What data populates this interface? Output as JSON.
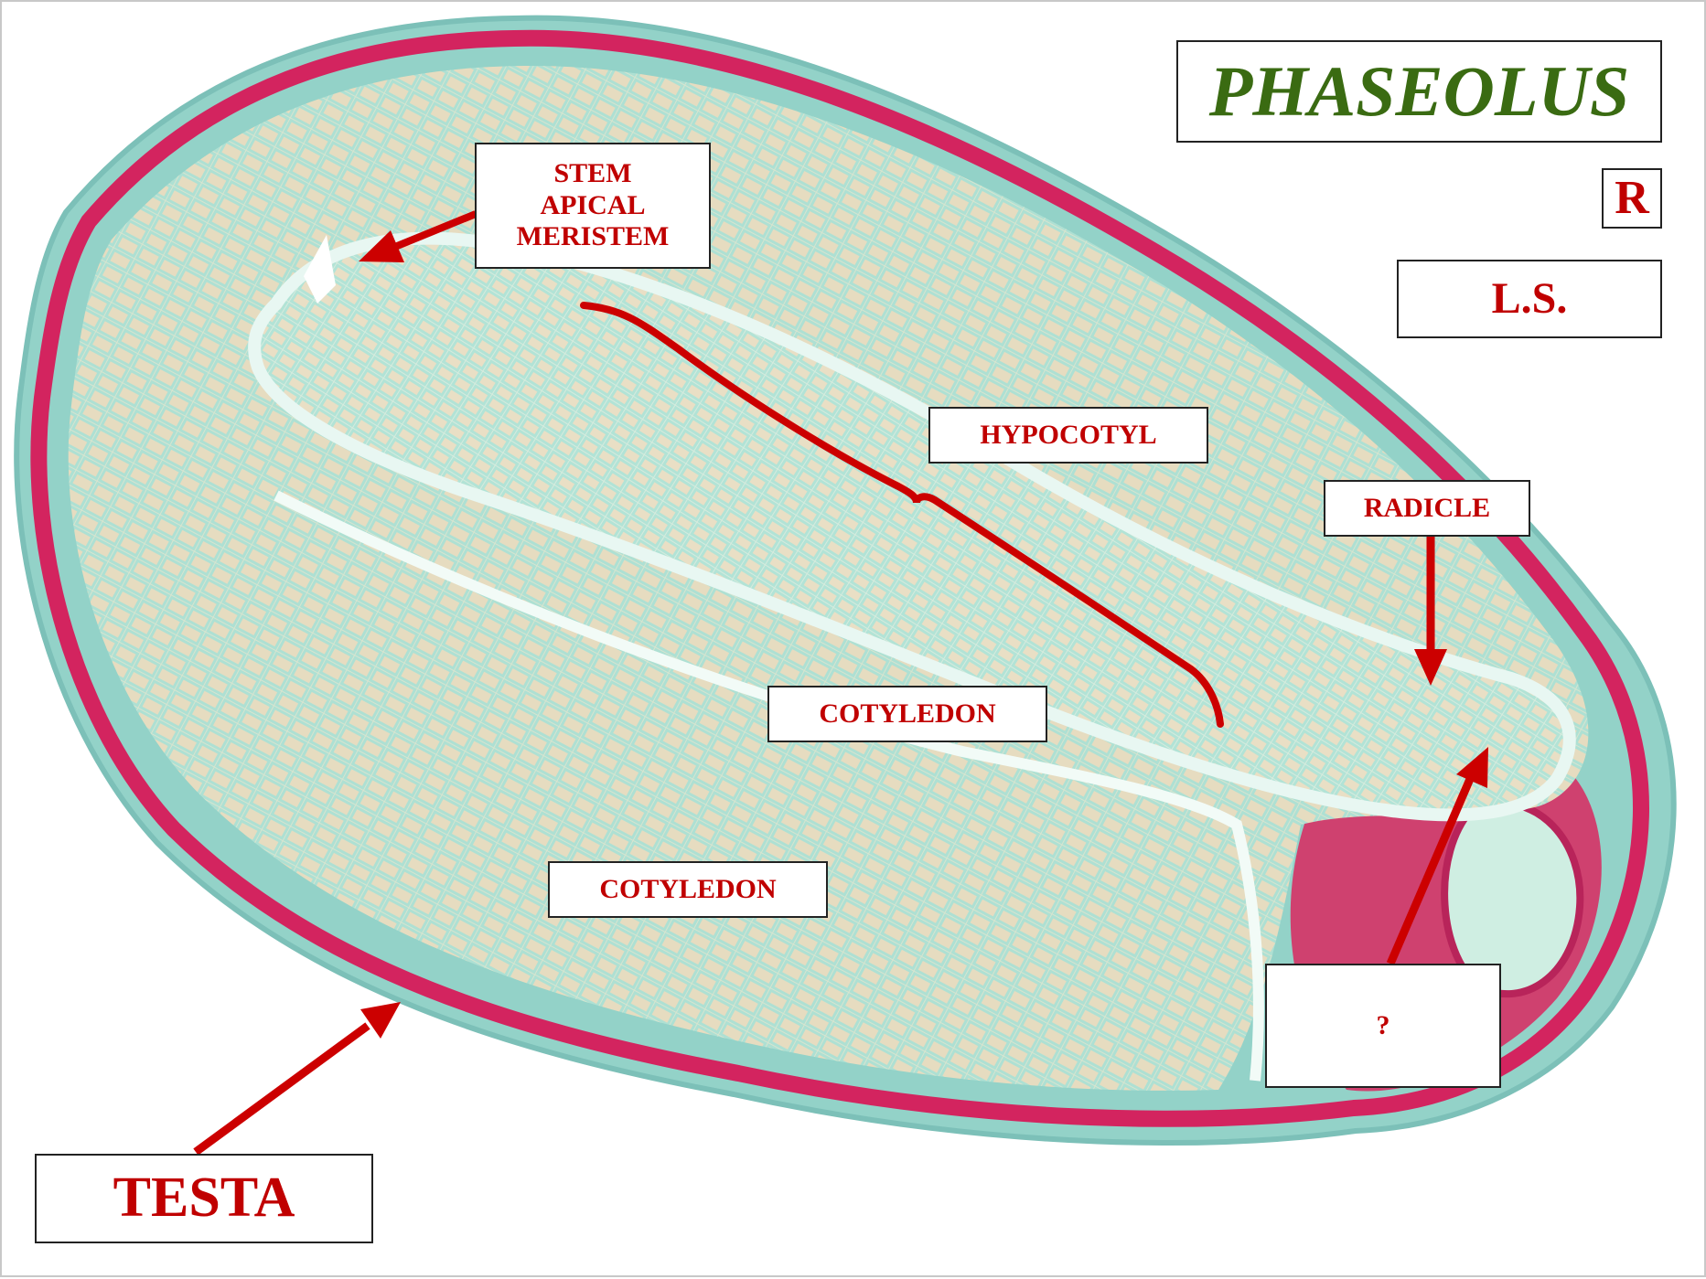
{
  "title": "PHASEOLUS",
  "corner_letter": "R",
  "section": "L.S.",
  "labels": {
    "stem_apical_meristem": [
      "STEM",
      "APICAL",
      "MERISTEM"
    ],
    "hypocotyl": "HYPOCOTYL",
    "radicle": "RADICLE",
    "cotyledon_upper": "COTYLEDON",
    "cotyledon_lower": "COTYLEDON",
    "unknown": "?",
    "testa": "TESTA"
  },
  "colors": {
    "label_text": "#c00000",
    "title_text": "#3a6b12",
    "arrow": "#cc0000",
    "testa_outer": "#8fcfc9",
    "testa_inner": "#d0245e",
    "tissue": "#cfeee2"
  }
}
